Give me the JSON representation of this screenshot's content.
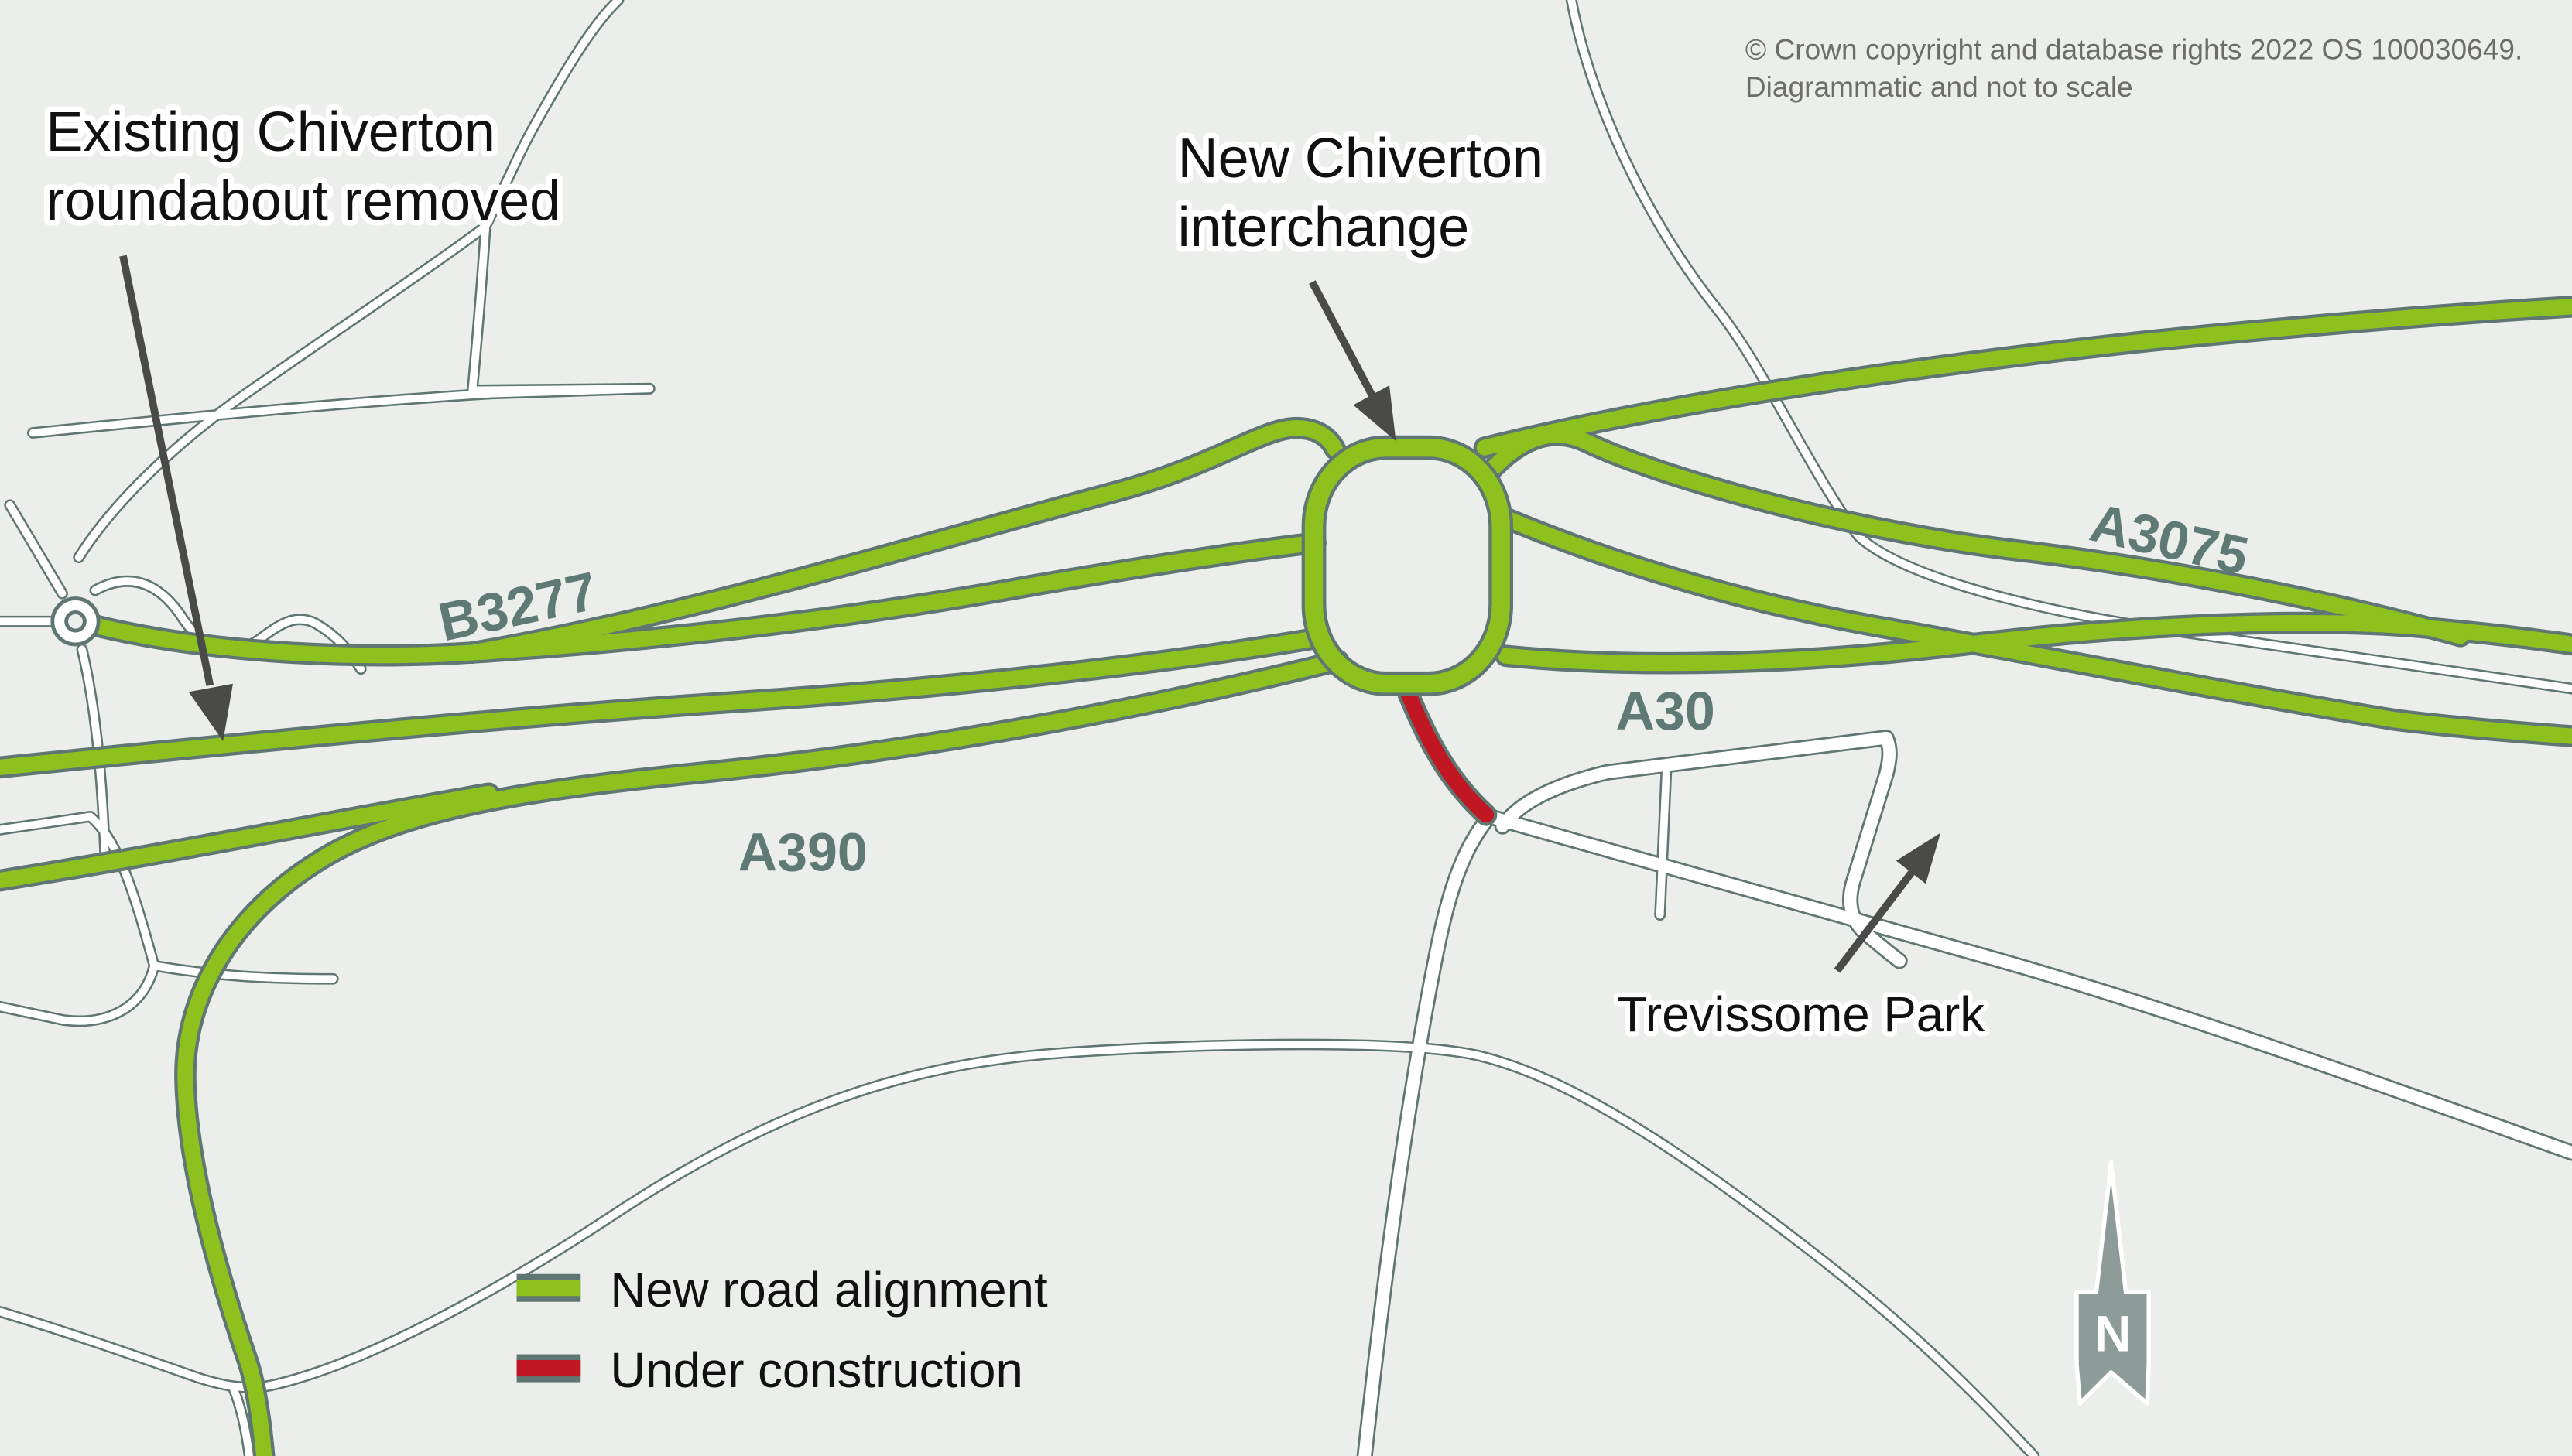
{
  "annotations": {
    "existing_roundabout": {
      "line1": "Existing Chiverton",
      "line2": "roundabout removed"
    },
    "new_interchange": {
      "line1": "New Chiverton",
      "line2": "interchange"
    },
    "trevissome": "Trevissome Park"
  },
  "road_labels": {
    "b3277": "B3277",
    "a3075": "A3075",
    "a30": "A30",
    "a390": "A390"
  },
  "legend": {
    "new_road": "New road alignment",
    "under_construction": "Under construction"
  },
  "copyright": {
    "line1": "© Crown copyright and database rights 2022 OS 100030649.",
    "line2": "Diagrammatic and not to scale"
  },
  "compass": {
    "label": "N"
  },
  "colors": {
    "bg": "#ebeeea",
    "green": "#8dc21e",
    "red": "#c01722",
    "casing": "#5f7673",
    "roadtext": "#5f7a75",
    "arrow": "#4a4a48",
    "compass": "#8e9c99"
  }
}
